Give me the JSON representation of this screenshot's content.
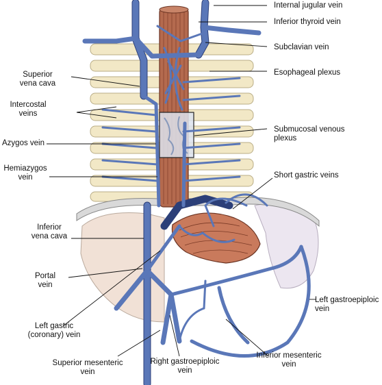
{
  "labels": {
    "internal_jugular_vein": "Internal jugular vein",
    "inferior_thyroid_vein": "Inferior thyroid vein",
    "subclavian_vein": "Subclavian vein",
    "esophageal_plexus": "Esophageal plexus",
    "submucosal_venous_plexus": [
      "Submucosal venous",
      "plexus"
    ],
    "short_gastric_veins": "Short gastric veins",
    "left_gastroepiploic_vein": [
      "Left gastroepiploic",
      "vein"
    ],
    "inferior_mesenteric_vein": [
      "Inferior mesenteric",
      "vein"
    ],
    "right_gastroepiploic_vein": [
      "Right gastroepiploic",
      "vein"
    ],
    "superior_mesenteric_vein": [
      "Superior mesenteric",
      "vein"
    ],
    "left_gastric_vein": [
      "Left gastric",
      "(coronary) vein"
    ],
    "portal_vein": [
      "Portal",
      "vein"
    ],
    "inferior_vena_cava": [
      "Inferior",
      "vena cava"
    ],
    "hemiazygos_vein": [
      "Hemiazygos",
      "vein"
    ],
    "azygos_vein": "Azygos vein",
    "intercostal_veins": [
      "Intercostal",
      "veins"
    ],
    "superior_vena_cava": [
      "Superior",
      "vena cava"
    ]
  },
  "colors": {
    "vein": "#5a77b8",
    "vein_outline": "#2c3f78",
    "esophagus": "#b46a4e",
    "esophagus_stripe": "#7a3a26",
    "rib": "#f2e8c6",
    "rib_outline": "#b9ad86",
    "liver": "#f1e1d6",
    "spleen": "#ece6f0",
    "diaphragm": "#d9d9d9",
    "stomach": "#c97a5c",
    "submucosal": "#dde3ee"
  }
}
